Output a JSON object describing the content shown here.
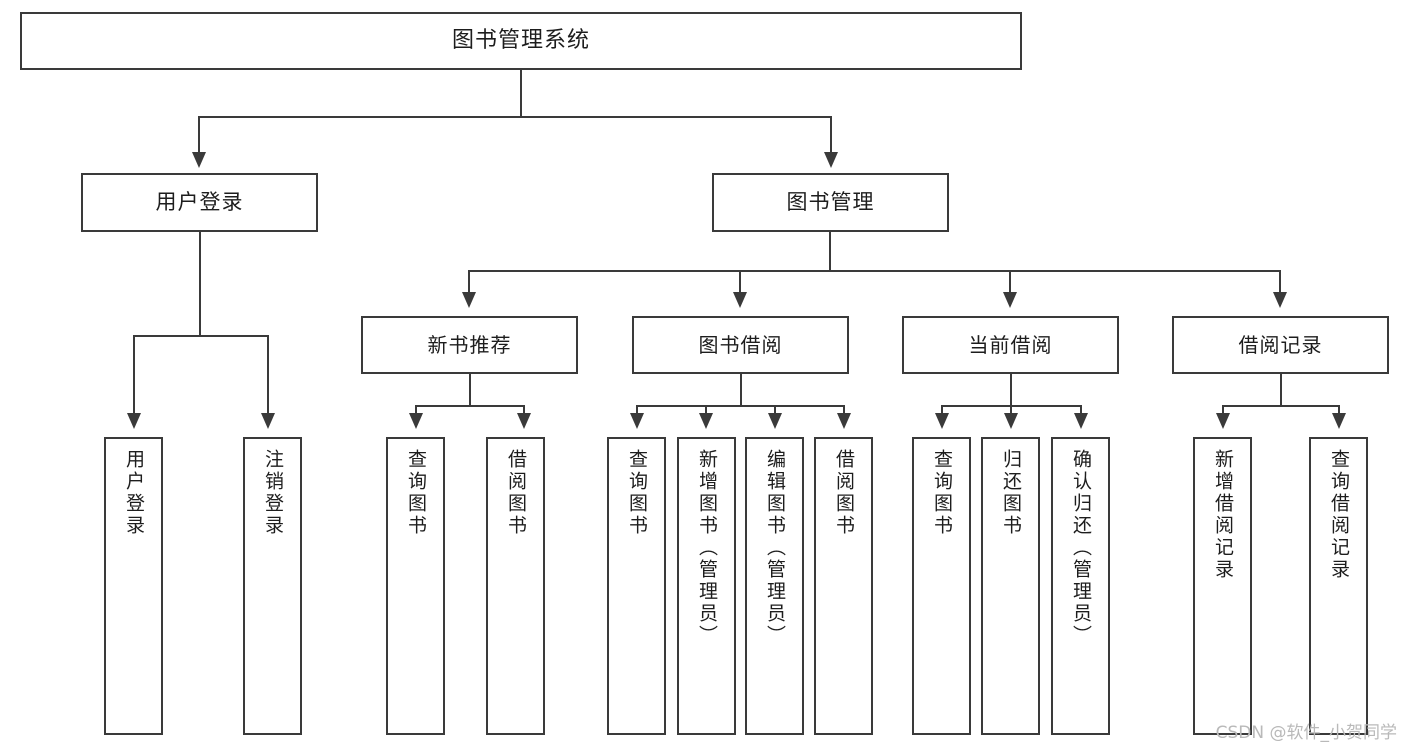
{
  "diagram": {
    "title": "图书管理系统",
    "type": "tree",
    "root": {
      "label": "图书管理系统"
    },
    "level2": [
      {
        "label": "用户登录"
      },
      {
        "label": "图书管理"
      }
    ],
    "level3": [
      {
        "label": "新书推荐"
      },
      {
        "label": "图书借阅"
      },
      {
        "label": "当前借阅"
      },
      {
        "label": "借阅记录"
      }
    ],
    "leaves": {
      "user_login": [
        {
          "label": "用户登录"
        },
        {
          "label": "注销登录"
        }
      ],
      "new_book_recommend": [
        {
          "label": "查询图书"
        },
        {
          "label": "借阅图书"
        }
      ],
      "book_borrow": [
        {
          "label": "查询图书"
        },
        {
          "label": "新增图书（管理员）"
        },
        {
          "label": "编辑图书（管理员）"
        },
        {
          "label": "借阅图书"
        }
      ],
      "current_borrow": [
        {
          "label": "查询图书"
        },
        {
          "label": "归还图书"
        },
        {
          "label": "确认归还（管理员）"
        }
      ],
      "borrow_record": [
        {
          "label": "新增借阅记录"
        },
        {
          "label": "查询借阅记录"
        }
      ]
    }
  },
  "watermark": {
    "text": "CSDN @软件_小贺同学"
  },
  "colors": {
    "stroke": "#3a3a3a",
    "fill": "#ffffff",
    "text": "#1d1d1d",
    "watermark": "#b9b9b9"
  }
}
